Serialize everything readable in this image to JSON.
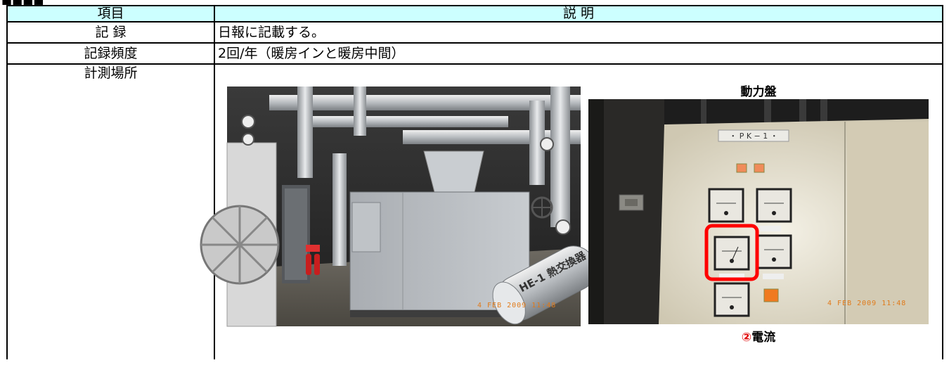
{
  "table": {
    "headers": {
      "item": "項目",
      "description": "説 明"
    },
    "rows": [
      {
        "label": "記 録",
        "value": "日報に記載する。"
      },
      {
        "label": "記録頻度",
        "value": "2回/年（暖房インと暖房中間）"
      },
      {
        "label": "計測場所",
        "value": ""
      }
    ]
  },
  "photos": {
    "boiler_room": {
      "datestamp": "4 FEB 2009 11:48",
      "equipment_label": "HE-1 熱交換器"
    },
    "panel": {
      "caption_top": "動力盤",
      "panel_label": "・ P K − 1 ・",
      "caption_bottom_mark": "②",
      "caption_bottom_text": "電流",
      "datestamp": "4 FEB 2009 11:48",
      "highlight_color": "#ff0000"
    }
  }
}
